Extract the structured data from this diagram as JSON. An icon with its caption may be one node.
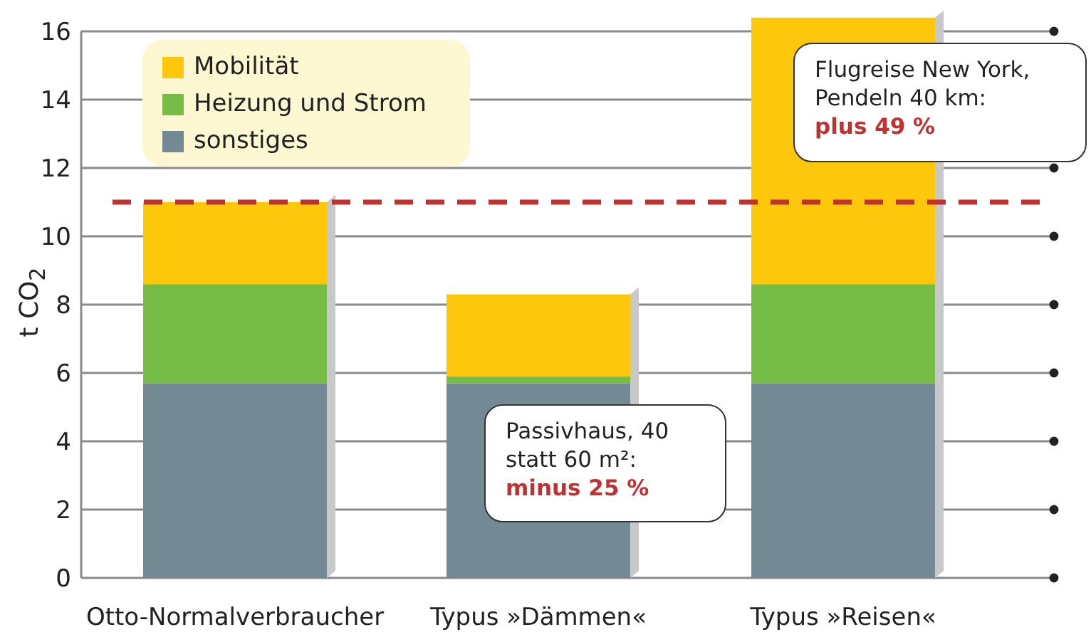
{
  "diagram": {
    "nodes": [
      {
        "text": [
          "Flugreise New York, Pendeln 40 km:",
          "plus 49 %"
        ]
      },
      {
        "text": [
          "Passivhaus, 40 statt 60 m²:",
          "minus 25 %"
        ]
      }
    ],
    "legend": [
      {
        "text": "Mobilität",
        "color": "#fdc70c"
      },
      {
        "text": "Heizung und Strom",
        "color": "#76bd45"
      },
      {
        "text": "sonstiges",
        "color": "#738a95"
      }
    ],
    "chart_data": {
      "type": "bar",
      "ylabel": "t CO$_{2}$",
      "stacked": true,
      "orientation": "vertical",
      "grid": true,
      "categories": [
        "Otto-Normalverbraucher",
        "Typus »Dämmen«",
        "Typus »Reisen«"
      ],
      "series": [
        {
          "color": "#738a95",
          "values": [
            5.7,
            5.7,
            5.7
          ]
        },
        {
          "color": "#76bd45",
          "values": [
            2.9,
            0.2,
            2.9
          ]
        },
        {
          "color": "#fdc70c",
          "values": [
            2.4,
            2.4,
            7.8
          ]
        }
      ],
      "ylim": [
        0,
        16.5
      ],
      "yticks": [
        0,
        2,
        4,
        6,
        8,
        10,
        12,
        14,
        16
      ]
    }
  }
}
